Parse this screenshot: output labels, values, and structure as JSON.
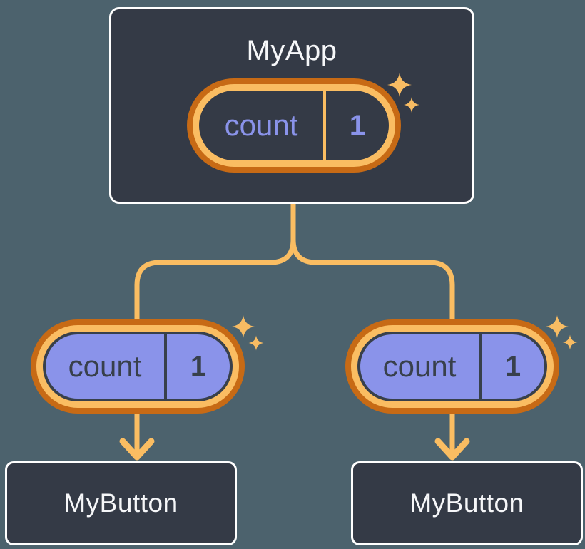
{
  "diagram": {
    "root": {
      "title": "MyApp",
      "pill": {
        "label": "count",
        "value": "1"
      }
    },
    "children": [
      {
        "pill": {
          "label": "count",
          "value": "1"
        },
        "box": {
          "title": "MyButton"
        }
      },
      {
        "pill": {
          "label": "count",
          "value": "1"
        },
        "box": {
          "title": "MyButton"
        }
      }
    ]
  },
  "colors": {
    "background": "#4C626D",
    "panel_fill": "#343A46",
    "panel_border": "#FFFFFF",
    "accent_orange_light": "#FABD62",
    "accent_orange_dark": "#C76A15",
    "purple": "#8A93EA",
    "ink_dark": "#38404B",
    "text_light": "#F6F7F9"
  }
}
